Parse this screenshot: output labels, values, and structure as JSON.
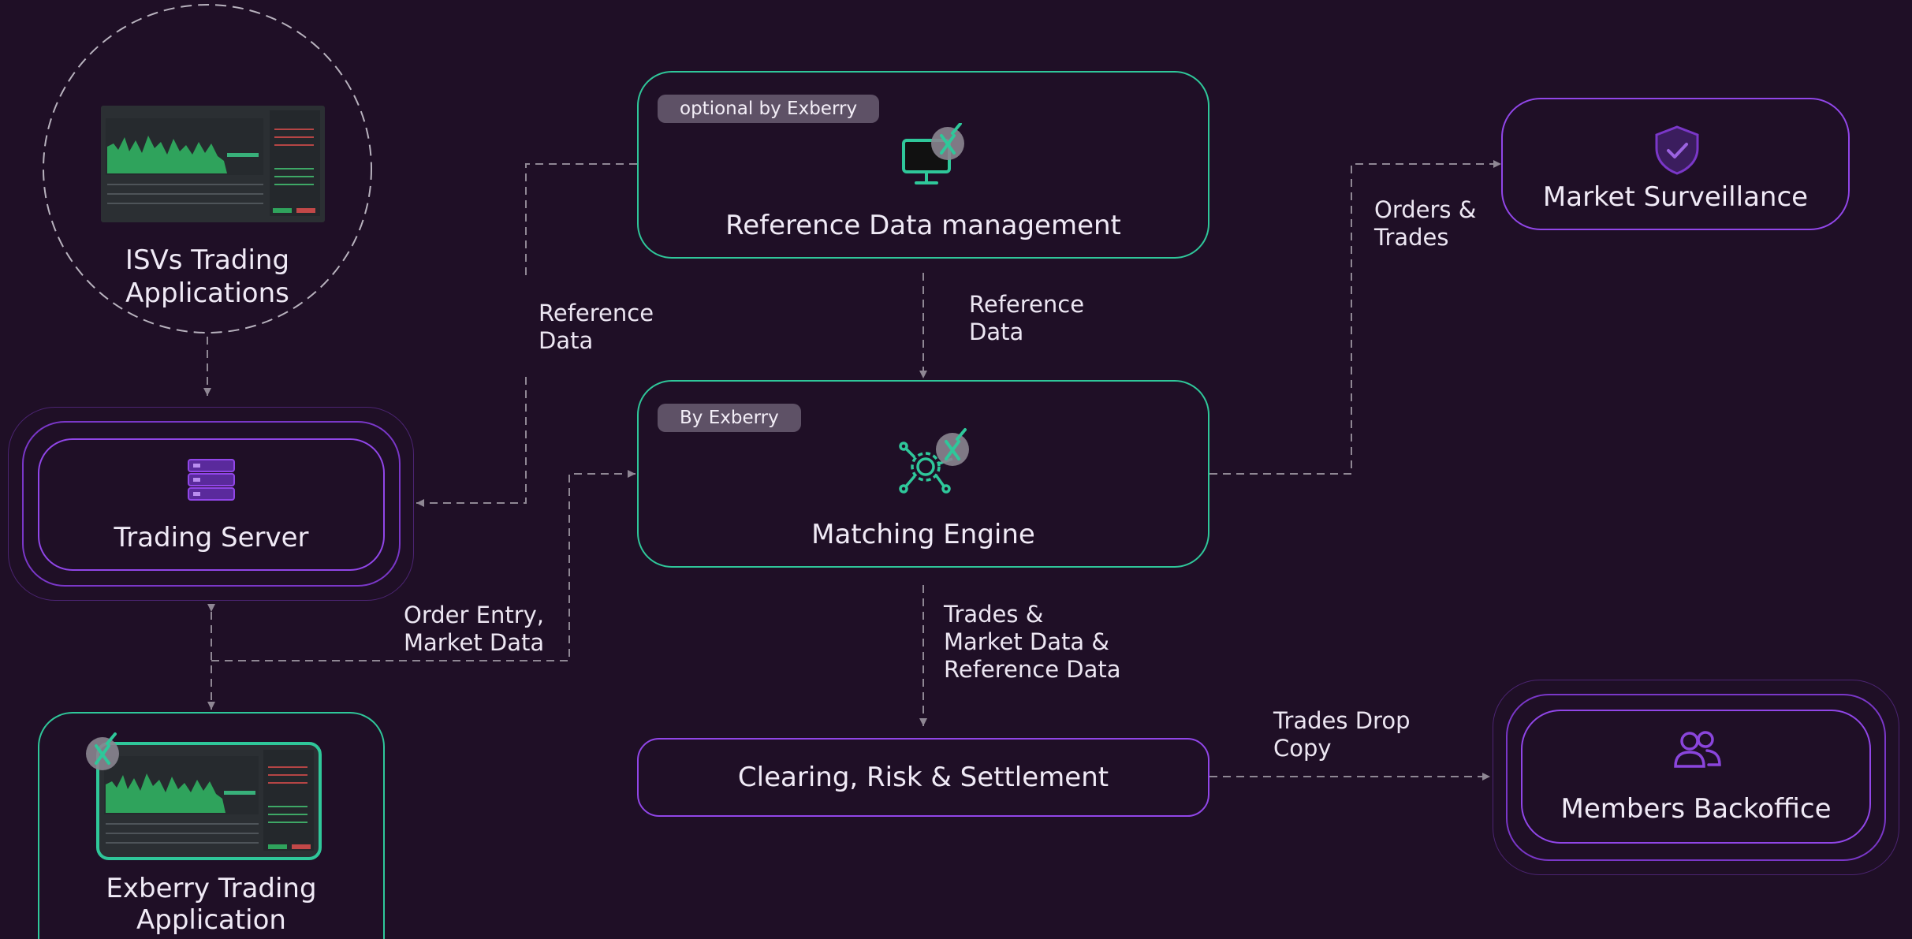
{
  "nodes": {
    "isv": {
      "title_line1": "ISVs Trading",
      "title_line2": "Applications"
    },
    "trading_server": {
      "title": "Trading Server"
    },
    "exberry_app": {
      "title_line1": "Exberry Trading",
      "title_line2": "Application"
    },
    "ref_data": {
      "badge": "optional by Exberry",
      "title": "Reference Data management"
    },
    "matching": {
      "badge": "By Exberry",
      "title": "Matching Engine"
    },
    "clearing": {
      "title": "Clearing, Risk & Settlement"
    },
    "surveillance": {
      "title": "Market Surveillance"
    },
    "backoffice": {
      "title": "Members Backoffice"
    }
  },
  "edges": {
    "ref_to_server": {
      "line1": "Reference",
      "line2": "Data"
    },
    "ref_to_matching": {
      "line1": "Reference",
      "line2": "Data"
    },
    "to_surveillance": {
      "line1": "Orders &",
      "line2": "Trades"
    },
    "order_entry": {
      "line1": "Order Entry,",
      "line2": "Market Data"
    },
    "to_clearing": {
      "line1": "Trades &",
      "line2": "Market Data &",
      "line3": "Reference Data"
    },
    "drop_copy": {
      "line1": "Trades Drop",
      "line2": "Copy"
    }
  },
  "colors": {
    "background": "#1f0f26",
    "teal": "#2fc79a",
    "purple": "#9146e8",
    "connector": "#8f8794"
  },
  "icons": {
    "isv": "trading-app-screenshot-icon",
    "ref_data": "monitor-icon",
    "matching": "network-gear-icon",
    "trading_server": "server-stack-icon",
    "surveillance": "shield-check-icon",
    "backoffice": "users-icon",
    "exberry": "exberry-x-logo-icon"
  }
}
